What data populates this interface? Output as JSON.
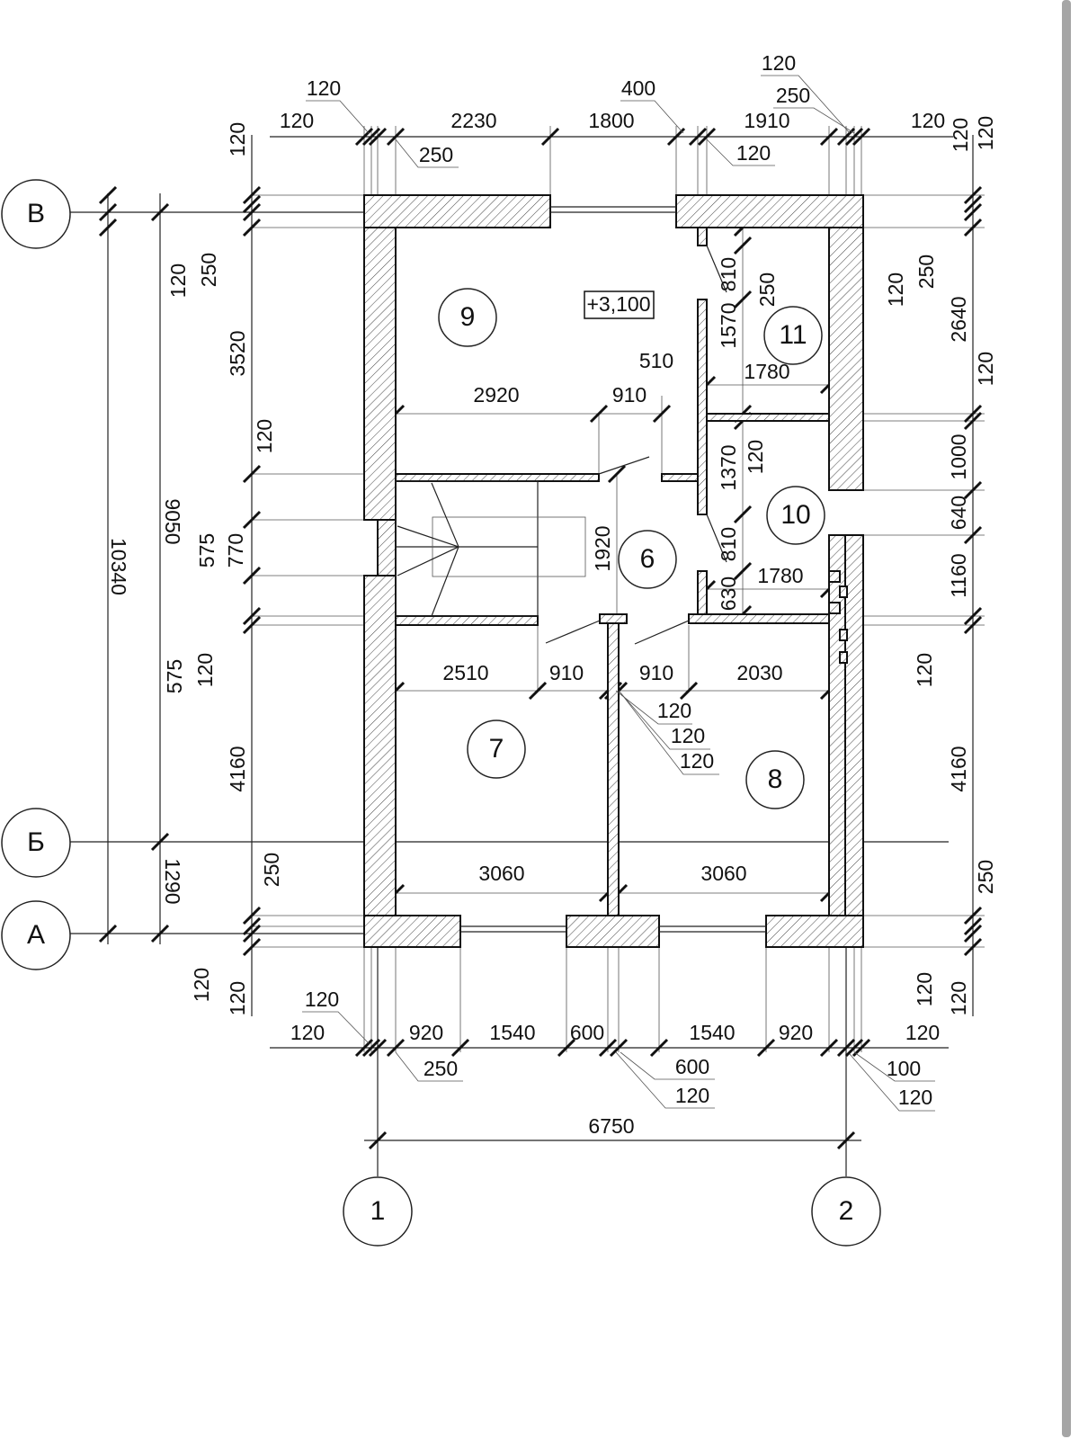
{
  "grid_axes": {
    "rows": [
      "В",
      "Б",
      "А"
    ],
    "columns": [
      "1",
      "2"
    ]
  },
  "level_mark": "+3,100",
  "rooms": [
    "9",
    "11",
    "10",
    "6",
    "7",
    "8"
  ],
  "dimensions": {
    "top": [
      "120",
      "120",
      "2230",
      "1800",
      "400",
      "1910",
      "120",
      "250",
      "120",
      "250",
      "120",
      "120",
      "120"
    ],
    "left": [
      "120",
      "250",
      "3520",
      "120",
      "575",
      "770",
      "575",
      "120",
      "4160",
      "250",
      "1290",
      "120",
      "120",
      "10340",
      "9050"
    ],
    "right": [
      "120",
      "250",
      "120",
      "2640",
      "120",
      "1000",
      "640",
      "1160",
      "120",
      "4160",
      "250",
      "120",
      "120"
    ],
    "bottom": [
      "120",
      "120",
      "920",
      "1540",
      "600",
      "1540",
      "920",
      "120",
      "250",
      "600",
      "120",
      "100",
      "120",
      "6750"
    ],
    "interior": [
      "2920",
      "910",
      "510",
      "1780",
      "1570",
      "810",
      "250",
      "1370",
      "120",
      "810",
      "1780",
      "630",
      "1920",
      "2510",
      "910",
      "910",
      "2030",
      "120",
      "120",
      "120",
      "3060",
      "3060"
    ]
  }
}
